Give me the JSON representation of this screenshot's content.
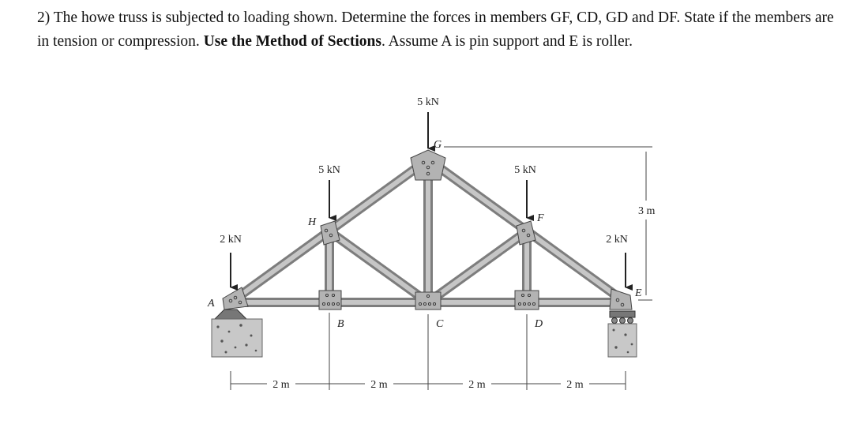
{
  "problem": {
    "part1": "2) The howe truss is subjected to loading shown. Determine the forces in members GF, CD, GD and DF. State if the members are in tension or compression. ",
    "bold": "Use the Method of Sections",
    "part2": ". Assume A is pin support and E is roller."
  },
  "figure": {
    "loads": {
      "top": "5 kN",
      "left_mid": "5 kN",
      "right_mid": "5 kN",
      "left_end": "2 kN",
      "right_end": "2 kN"
    },
    "joints": {
      "A": "A",
      "B": "B",
      "C": "C",
      "D": "D",
      "E": "E",
      "F": "F",
      "G": "G",
      "H": "H"
    },
    "dimensions": {
      "height": "3 m",
      "spans": [
        "2 m",
        "2 m",
        "2 m",
        "2 m"
      ]
    }
  }
}
